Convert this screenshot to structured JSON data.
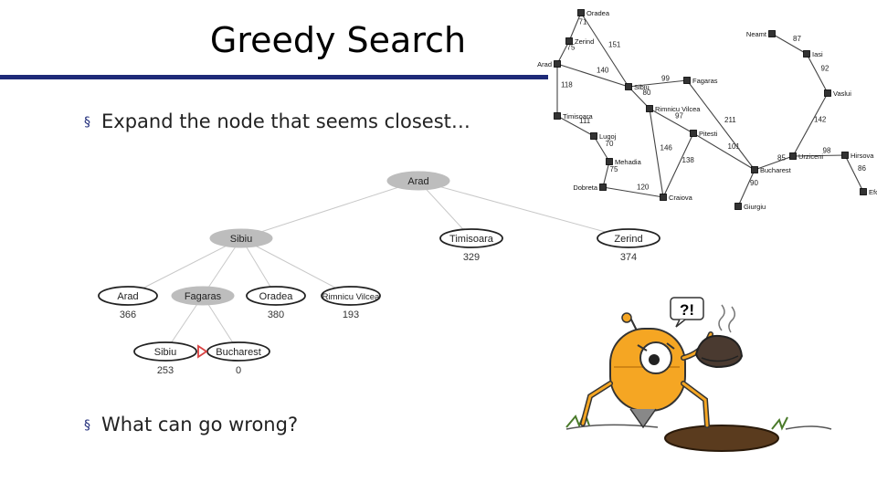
{
  "title": "Greedy Search",
  "bullets": [
    "Expand the node that seems closest…",
    "What can go wrong?"
  ],
  "bullet_marker": "§",
  "colors": {
    "title_rule": "#1e2a78",
    "expanded_node": "#bdbdbd",
    "unexpanded_node": "#ffffff",
    "goal_arrow": "#d84040",
    "robot_body": "#f5a623",
    "city_marker": "#333333"
  },
  "tree": {
    "nodes": [
      {
        "id": "arad0",
        "label": "Arad",
        "h": "",
        "expanded": true
      },
      {
        "id": "sibiu1",
        "label": "Sibiu",
        "h": "",
        "expanded": true
      },
      {
        "id": "tim1",
        "label": "Timisoara",
        "h": "329",
        "expanded": false
      },
      {
        "id": "zer1",
        "label": "Zerind",
        "h": "374",
        "expanded": false
      },
      {
        "id": "arad2",
        "label": "Arad",
        "h": "366",
        "expanded": false
      },
      {
        "id": "fag2",
        "label": "Fagaras",
        "h": "",
        "expanded": true
      },
      {
        "id": "ora2",
        "label": "Oradea",
        "h": "380",
        "expanded": false
      },
      {
        "id": "rim2",
        "label": "Rimnicu Vilcea",
        "h": "193",
        "expanded": false
      },
      {
        "id": "sib3",
        "label": "Sibiu",
        "h": "253",
        "expanded": false
      },
      {
        "id": "buc3",
        "label": "Bucharest",
        "h": "0",
        "expanded": false
      }
    ]
  },
  "map": {
    "cities": [
      {
        "id": "oradea",
        "label": "Oradea"
      },
      {
        "id": "zerind",
        "label": "Zerind"
      },
      {
        "id": "arad",
        "label": "Arad"
      },
      {
        "id": "sibiu",
        "label": "Sibiu"
      },
      {
        "id": "fagaras",
        "label": "Fagaras"
      },
      {
        "id": "timisoara",
        "label": "Timisoara"
      },
      {
        "id": "rimnicu",
        "label": "Rimnicu Vilcea"
      },
      {
        "id": "lugoj",
        "label": "Lugoj"
      },
      {
        "id": "pitesti",
        "label": "Pitesti"
      },
      {
        "id": "mehadia",
        "label": "Mehadia"
      },
      {
        "id": "dobreta",
        "label": "Dobreta"
      },
      {
        "id": "craiova",
        "label": "Craiova"
      },
      {
        "id": "bucharest",
        "label": "Bucharest"
      },
      {
        "id": "giurgiu",
        "label": "Giurgiu"
      },
      {
        "id": "urziceni",
        "label": "Urziceni"
      },
      {
        "id": "hirsova",
        "label": "Hirsova"
      },
      {
        "id": "eforie",
        "label": "Eforie"
      },
      {
        "id": "vaslui",
        "label": "Vaslui"
      },
      {
        "id": "iasi",
        "label": "Iasi"
      },
      {
        "id": "neamt",
        "label": "Neamt"
      }
    ],
    "roads": [
      {
        "a": "oradea",
        "b": "zerind",
        "d": "71"
      },
      {
        "a": "zerind",
        "b": "arad",
        "d": "75"
      },
      {
        "a": "oradea",
        "b": "sibiu",
        "d": "151"
      },
      {
        "a": "arad",
        "b": "sibiu",
        "d": "140"
      },
      {
        "a": "arad",
        "b": "timisoara",
        "d": "118"
      },
      {
        "a": "sibiu",
        "b": "fagaras",
        "d": "99"
      },
      {
        "a": "sibiu",
        "b": "rimnicu",
        "d": "80"
      },
      {
        "a": "timisoara",
        "b": "lugoj",
        "d": "111"
      },
      {
        "a": "lugoj",
        "b": "mehadia",
        "d": "70"
      },
      {
        "a": "mehadia",
        "b": "dobreta",
        "d": "75"
      },
      {
        "a": "dobreta",
        "b": "craiova",
        "d": "120"
      },
      {
        "a": "rimnicu",
        "b": "pitesti",
        "d": "97"
      },
      {
        "a": "rimnicu",
        "b": "craiova",
        "d": "146"
      },
      {
        "a": "craiova",
        "b": "pitesti",
        "d": "138"
      },
      {
        "a": "pitesti",
        "b": "bucharest",
        "d": "101"
      },
      {
        "a": "fagaras",
        "b": "bucharest",
        "d": "211"
      },
      {
        "a": "bucharest",
        "b": "giurgiu",
        "d": "90"
      },
      {
        "a": "bucharest",
        "b": "urziceni",
        "d": "85"
      },
      {
        "a": "urziceni",
        "b": "hirsova",
        "d": "98"
      },
      {
        "a": "hirsova",
        "b": "eforie",
        "d": "86"
      },
      {
        "a": "urziceni",
        "b": "vaslui",
        "d": "142"
      },
      {
        "a": "vaslui",
        "b": "iasi",
        "d": "92"
      },
      {
        "a": "iasi",
        "b": "neamt",
        "d": "87"
      }
    ]
  },
  "robot": {
    "speech_bubble": "?!"
  }
}
